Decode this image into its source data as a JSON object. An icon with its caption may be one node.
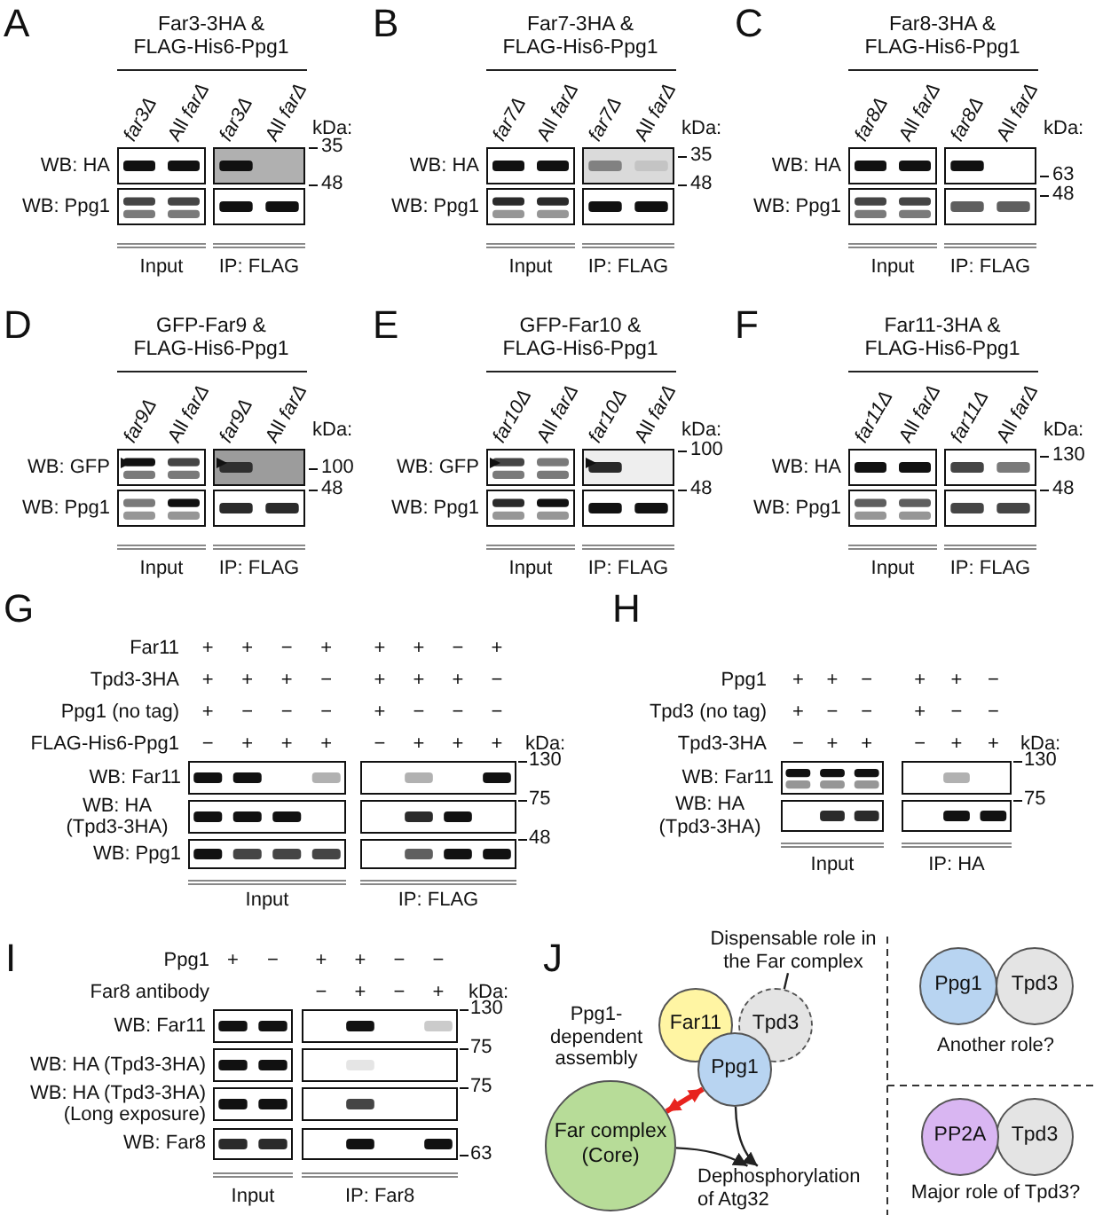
{
  "diagram": {
    "nodes": [
      {
        "text": [
          "Dispensable role in the Far complex"
        ]
      },
      {
        "text": [
          "Far11"
        ]
      },
      {
        "text": [
          "Tpd3"
        ]
      },
      {
        "text": [
          "Ppg1"
        ]
      },
      {
        "text": [
          "Far complex (Core)"
        ]
      },
      {
        "text": [
          "Dephosphorylation of Atg32"
        ]
      },
      {
        "text": [
          "Ppg1"
        ]
      },
      {
        "text": [
          "Tpd3"
        ]
      },
      {
        "text": [
          "PP2A"
        ]
      },
      {
        "text": [
          "Tpd3"
        ]
      }
    ],
    "edges": [
      {
        "from": 0,
        "to": 2,
        "arrow": "none"
      },
      {
        "from": 3,
        "to": 4,
        "arrow": "both",
        "style": "thick",
        "color": "#e8231e"
      },
      {
        "from": 3,
        "to": 5,
        "arrow": "to"
      },
      {
        "from": 4,
        "to": 5,
        "arrow": "to"
      }
    ],
    "labels": [
      "A",
      "Far3-3HA & FLAG-His6-Ppg1",
      "far3Δ",
      "All *farΔ*",
      "far3Δ",
      "All *farΔ*",
      "kDa:",
      "WB: HA",
      "35",
      "WB: Ppg1",
      "48",
      "Input",
      "IP: FLAG",
      "B",
      "Far7-3HA & FLAG-His6-Ppg1",
      "far7Δ",
      "All *farΔ*",
      "far7Δ",
      "All *farΔ*",
      "kDa:",
      "WB: HA",
      "35",
      "WB: Ppg1",
      "48",
      "Input",
      "IP: FLAG",
      "C",
      "Far8-3HA & FLAG-His6-Ppg1",
      "far8Δ",
      "All *farΔ*",
      "far8Δ",
      "All *farΔ*",
      "kDa:",
      "WB: HA",
      "63",
      "WB: Ppg1",
      "48",
      "Input",
      "IP: FLAG",
      "D",
      "GFP-Far9 & FLAG-His6-Ppg1",
      "far9Δ",
      "All *farΔ*",
      "far9Δ",
      "All *farΔ*",
      "kDa:",
      "WB: GFP",
      "100",
      "WB: Ppg1",
      "48",
      "Input",
      "IP: FLAG",
      "E",
      "GFP-Far10 & FLAG-His6-Ppg1",
      "far10Δ",
      "All *farΔ*",
      "far10Δ",
      "All *farΔ*",
      "kDa:",
      "WB: GFP",
      "100",
      "WB: Ppg1",
      "48",
      "Input",
      "IP: FLAG",
      "F",
      "Far11-3HA & FLAG-His6-Ppg1",
      "far11Δ",
      "All *farΔ*",
      "far11Δ",
      "All *farΔ*",
      "kDa:",
      "WB: HA",
      "130",
      "WB: Ppg1",
      "48",
      "Input",
      "IP: FLAG",
      "G",
      "Far11",
      "+",
      "+",
      "−",
      "+",
      "+",
      "+",
      "−",
      "+",
      "Tpd3-3HA",
      "+",
      "+",
      "+",
      "−",
      "+",
      "+",
      "+",
      "−",
      "Ppg1 (no tag)",
      "+",
      "−",
      "−",
      "−",
      "+",
      "−",
      "−",
      "−",
      "FLAG-His6-Ppg1",
      "−",
      "+",
      "+",
      "+",
      "−",
      "+",
      "+",
      "+",
      "kDa:",
      "WB: Far11",
      "130",
      "WB: HA (Tpd3-3HA)",
      "75",
      "WB: Ppg1",
      "48",
      "Input",
      "IP: FLAG",
      "H",
      "Ppg1",
      "+",
      "+",
      "−",
      "+",
      "+",
      "−",
      "Tpd3 (no tag)",
      "+",
      "−",
      "−",
      "+",
      "−",
      "−",
      "Tpd3-3HA",
      "−",
      "+",
      "+",
      "−",
      "+",
      "+",
      "kDa:",
      "WB: Far11",
      "130",
      "WB: HA (Tpd3-3HA)",
      "75",
      "Input",
      "IP: HA",
      "I",
      "Ppg1",
      "+",
      "−",
      "+",
      "+",
      "−",
      "−",
      "Far8 antibody",
      "−",
      "+",
      "−",
      "+",
      "kDa:",
      "WB: Far11",
      "130",
      "WB: HA (Tpd3-3HA)",
      "75",
      "WB: HA (Tpd3-3HA) (Long exposure)",
      "75",
      "WB: Far8",
      "63",
      "Input",
      "IP: Far8",
      "J",
      "Ppg1-dependent assembly",
      "Another role?",
      "Major role of Tpd3?"
    ]
  }
}
